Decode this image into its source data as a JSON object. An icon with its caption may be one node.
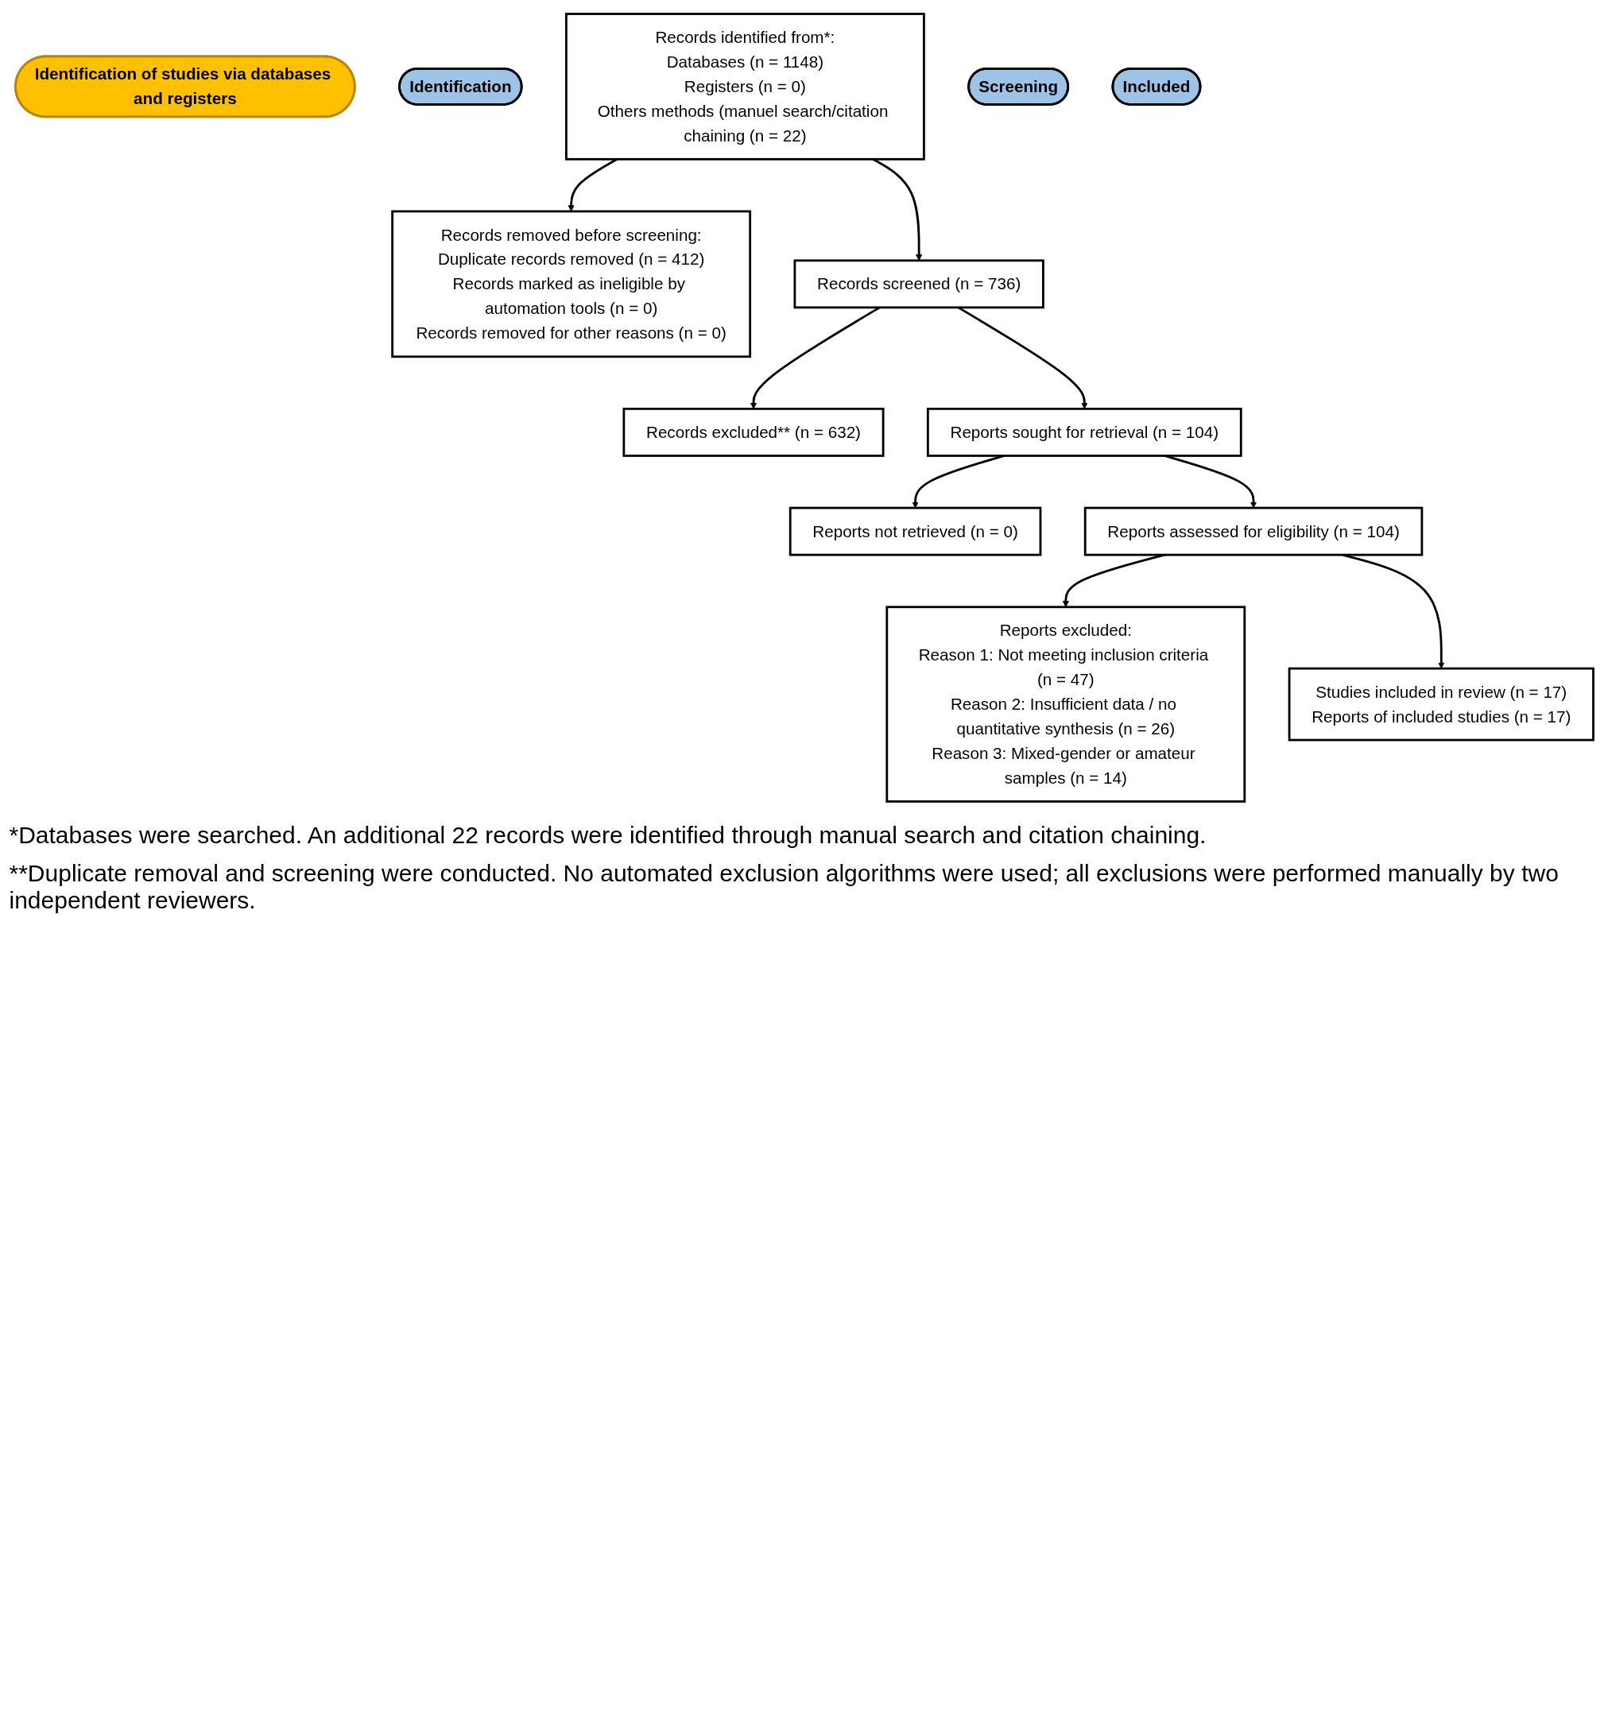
{
  "diagram": {
    "nodes": [
      {
        "text": [
          "Identification of studies via databases and registers"
        ]
      },
      {
        "text": [
          "Identification"
        ]
      },
      {
        "text": [
          "Records identified from*:",
          "Databases (n = 1148)",
          "Registers (n = 0)",
          "Others methods (manuel search/citation chaining (n = 22)"
        ]
      },
      {
        "text": [
          "Records removed before screening:",
          "Duplicate records removed (n = 412)",
          "Records marked as ineligible by automation tools (n = 0)",
          "Records removed for other reasons (n = 0)"
        ]
      },
      {
        "text": [
          "Screening"
        ]
      },
      {
        "text": [
          "Records screened (n = 736)"
        ]
      },
      {
        "text": [
          "Records excluded** (n = 632)"
        ]
      },
      {
        "text": [
          "Reports sought for retrieval (n = 104)"
        ]
      },
      {
        "text": [
          "Reports not retrieved (n = 0)"
        ]
      },
      {
        "text": [
          "Reports assessed for eligibility (n = 104)"
        ]
      },
      {
        "text": [
          "Reports excluded:",
          "Reason 1: Not meeting inclusion criteria (n = 47)",
          "Reason 2: Insufficient data / no quantitative synthesis (n = 26)",
          "Reason 3: Mixed-gender or amateur samples (n = 14)"
        ]
      },
      {
        "text": [
          "Included"
        ]
      },
      {
        "text": [
          "Studies included in review (n = 17)",
          "Reports of included studies (n = 17)"
        ]
      }
    ],
    "edges": [
      {
        "from": 2,
        "to": 3,
        "arrow": "to"
      },
      {
        "from": 2,
        "to": 5,
        "arrow": "to"
      },
      {
        "from": 5,
        "to": 6,
        "arrow": "to"
      },
      {
        "from": 5,
        "to": 7,
        "arrow": "to"
      },
      {
        "from": 7,
        "to": 8,
        "arrow": "to"
      },
      {
        "from": 7,
        "to": 9,
        "arrow": "to"
      },
      {
        "from": 9,
        "to": 10,
        "arrow": "to"
      },
      {
        "from": 9,
        "to": 12,
        "arrow": "to"
      }
    ],
    "labels": [
      "*Databases were searched. An additional 22 records were identified through manual search and citation chaining.",
      "**Duplicate removal and screening were conducted. No automated exclusion algorithms were used; all exclusions were performed manually by two independent reviewers."
    ]
  }
}
